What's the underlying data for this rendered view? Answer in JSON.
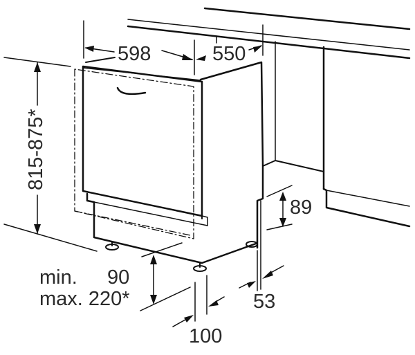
{
  "diagram": {
    "title": "",
    "subject": "dishwasher-installation-dimensions",
    "dimensions": {
      "width": "598",
      "depth": "550",
      "height_range": "815-875*",
      "plinth_min_label": "min.",
      "plinth_min_value": "90",
      "plinth_max_label": "max. 220*",
      "plinth_depth": "89",
      "side_gap": "53",
      "foot_offset": "100"
    },
    "colors": {
      "line": "#111111",
      "text": "#2a2a2a",
      "background": "#ffffff"
    }
  }
}
